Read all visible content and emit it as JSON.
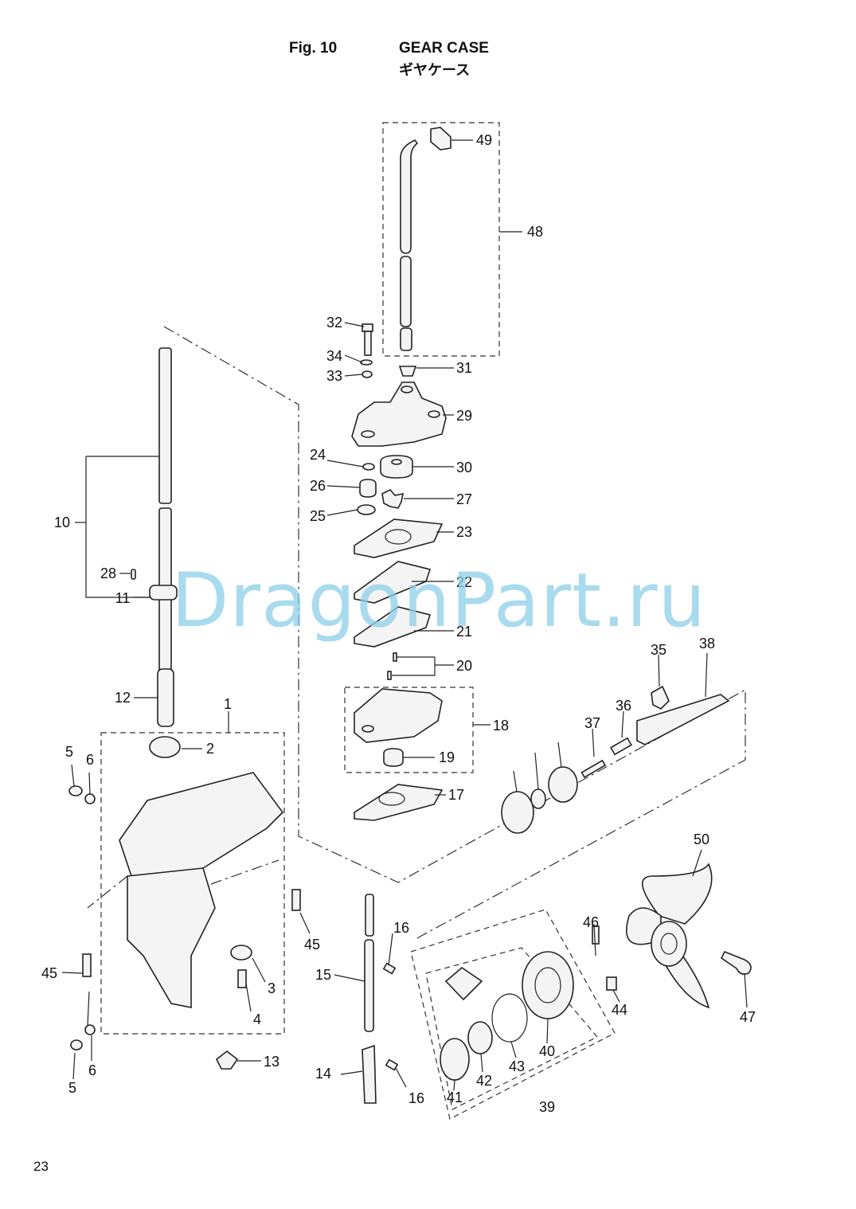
{
  "header": {
    "fig_number": "Fig. 10",
    "title_en": "GEAR CASE",
    "title_ja": "ギヤケース"
  },
  "page_number": "23",
  "watermark": "DragonPart.ru",
  "callouts": [
    "1",
    "2",
    "3",
    "4",
    "5",
    "6",
    "10",
    "11",
    "12",
    "13",
    "14",
    "15",
    "16",
    "17",
    "18",
    "19",
    "20",
    "21",
    "22",
    "23",
    "24",
    "25",
    "26",
    "27",
    "28",
    "29",
    "30",
    "31",
    "32",
    "33",
    "34",
    "35",
    "36",
    "37",
    "38",
    "39",
    "40",
    "41",
    "42",
    "43",
    "44",
    "45",
    "46",
    "47",
    "48",
    "49",
    "50"
  ],
  "colors": {
    "ink": "#222222",
    "watermark": "#8ccfe8"
  }
}
